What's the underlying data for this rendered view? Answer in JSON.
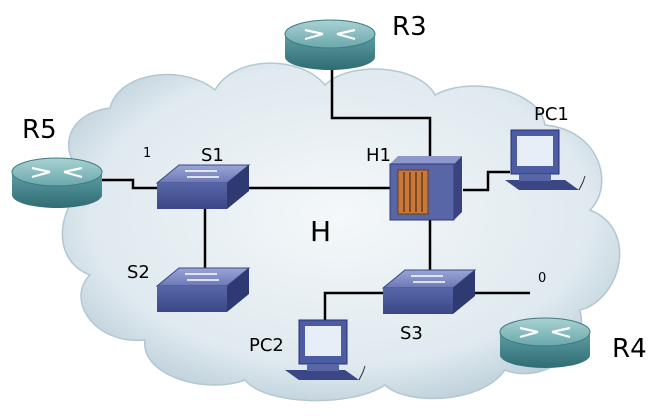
{
  "diagram": {
    "segment_label": "H",
    "nodes": {
      "R3": {
        "label": "R3",
        "kind": "router"
      },
      "R5": {
        "label": "R5",
        "kind": "router"
      },
      "R4": {
        "label": "R4",
        "kind": "router"
      },
      "S1": {
        "label": "S1",
        "kind": "switch"
      },
      "S2": {
        "label": "S2",
        "kind": "switch"
      },
      "S3": {
        "label": "S3",
        "kind": "switch"
      },
      "H1": {
        "label": "H1",
        "kind": "hub"
      },
      "PC1": {
        "label": "PC1",
        "kind": "pc"
      },
      "PC2": {
        "label": "PC2",
        "kind": "pc"
      }
    },
    "port_labels": {
      "r5_s1": "1",
      "s3_r4": "0"
    },
    "links": [
      [
        "R5",
        "S1"
      ],
      [
        "S1",
        "H1"
      ],
      [
        "S1",
        "S2"
      ],
      [
        "R3",
        "H1"
      ],
      [
        "H1",
        "PC1"
      ],
      [
        "H1",
        "S3"
      ],
      [
        "S3",
        "PC2"
      ],
      [
        "S3",
        "R4"
      ]
    ],
    "colors": {
      "cloud_fill": "#dfe9ef",
      "router": "#5e9ea4",
      "switch": "#5866a8",
      "hub": "#5866a8",
      "link": "#000000"
    }
  }
}
